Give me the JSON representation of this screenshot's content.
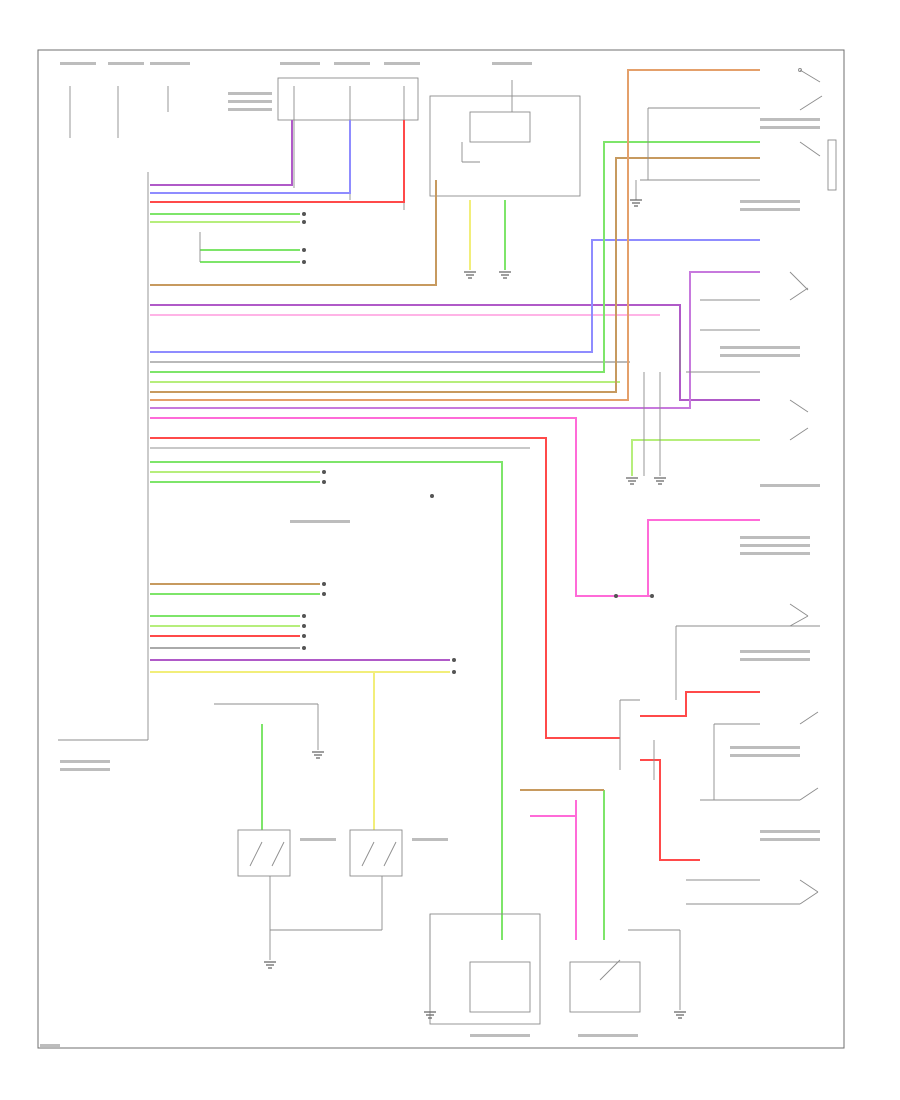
{
  "diagram": {
    "colors": {
      "frame": "#6f6f6f",
      "wire_gray": "#8c8c8c",
      "blue": "#8f8cff",
      "violet": "#b05ac8",
      "red": "#ff4a4a",
      "pink": "#ff6bd8",
      "green": "#7ee56a",
      "yellow": "#f2ee7a",
      "orange_brown": "#c79a5f",
      "light_green": "#b6ee7c"
    },
    "wire_runs": [
      {
        "color": "#b05ac8",
        "from": "harness",
        "to": "fuse-block"
      },
      {
        "color": "#8f8cff",
        "from": "harness",
        "to": "fuse-block"
      },
      {
        "color": "#ff4a4a",
        "from": "harness",
        "to": "fuse-block"
      },
      {
        "color": "#c79a5f",
        "from": "harness",
        "to": "starter-relay"
      },
      {
        "color": "#8f8cff",
        "from": "harness",
        "to": "door-switch"
      },
      {
        "color": "#7ee56a",
        "from": "harness",
        "to": "door-switch"
      },
      {
        "color": "#ff6bd8",
        "from": "harness",
        "to": "trunk-switch"
      },
      {
        "color": "#ff4a4a",
        "from": "harness",
        "to": "lock-switch"
      },
      {
        "color": "#7ee56a",
        "from": "harness",
        "to": "lock-actuator"
      },
      {
        "color": "#f2ee7a",
        "from": "harness",
        "to": "door-lock-actuator"
      }
    ]
  }
}
